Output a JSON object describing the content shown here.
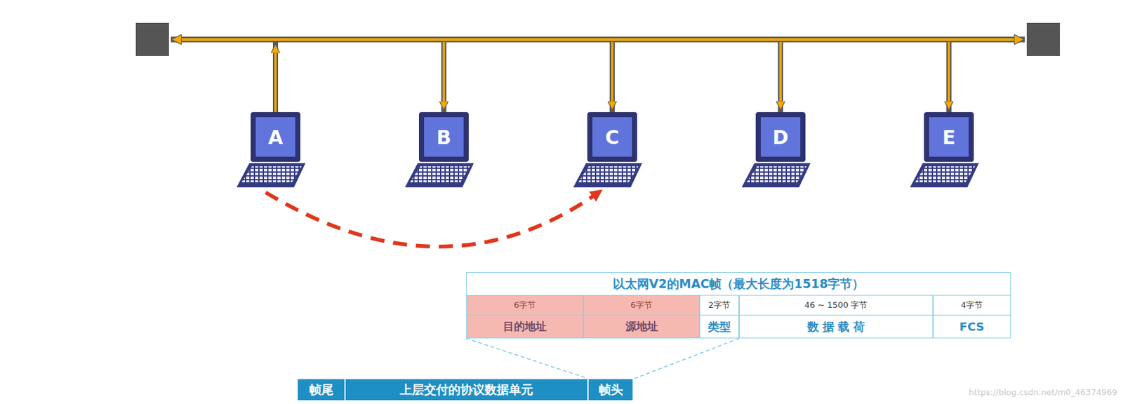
{
  "diagram": {
    "nodes": [
      {
        "text": [
          "A"
        ]
      },
      {
        "text": [
          "B"
        ]
      },
      {
        "text": [
          "C"
        ]
      },
      {
        "text": [
          "D"
        ]
      },
      {
        "text": [
          "E"
        ]
      },
      {
        "text": [
          "帧尾"
        ]
      },
      {
        "text": [
          "上层交付的协议数据单元"
        ]
      },
      {
        "text": [
          "帧头"
        ]
      }
    ],
    "edges": [
      {
        "from": 0,
        "to": 2,
        "arrow": "to"
      }
    ],
    "labels": [
      "以太网V2的MAC帧（最大长度为1518字节）",
      "6字节",
      "6字节",
      "2字节",
      "46 ~ 1500 字节",
      "4字节",
      "目的地址",
      "源地址",
      "类型",
      "数 据 载 荷",
      "FCS",
      "https://blog.csdn.net/m0_46374969"
    ]
  }
}
